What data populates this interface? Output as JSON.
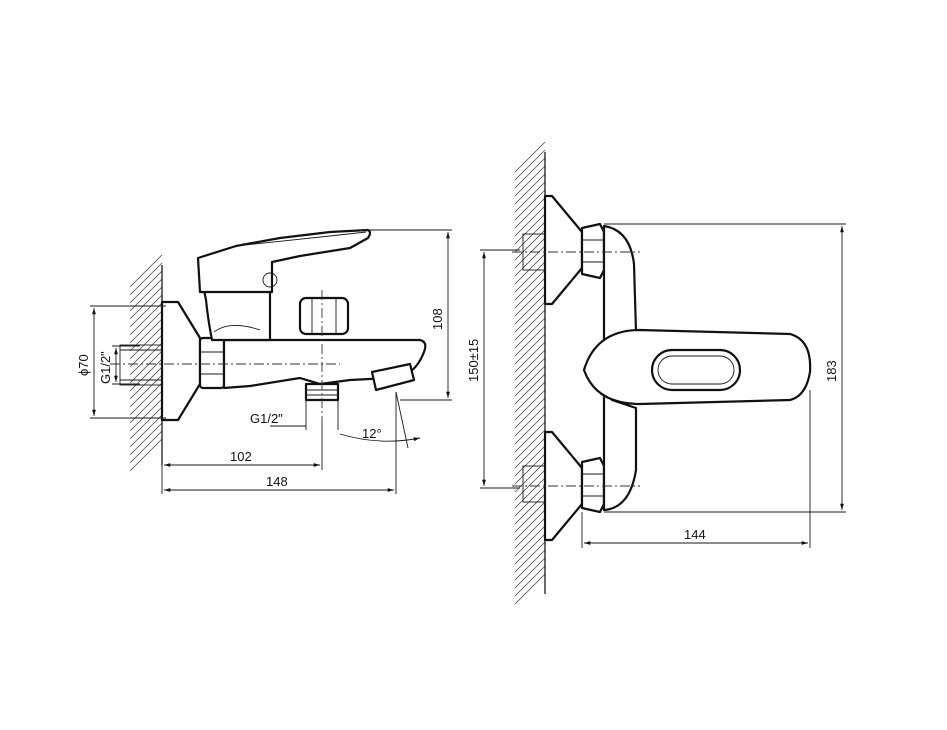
{
  "dimensions": {
    "diameter": "ϕ70",
    "thread_left": "G1/2\"",
    "thread_bottom": "G1/2\"",
    "height_108": "108",
    "length_102": "102",
    "length_148": "148",
    "angle_12": "12°",
    "spacing_150": "150±15",
    "height_183": "183",
    "depth_144": "144"
  },
  "colors": {
    "line": "#111111",
    "background": "#ffffff"
  }
}
